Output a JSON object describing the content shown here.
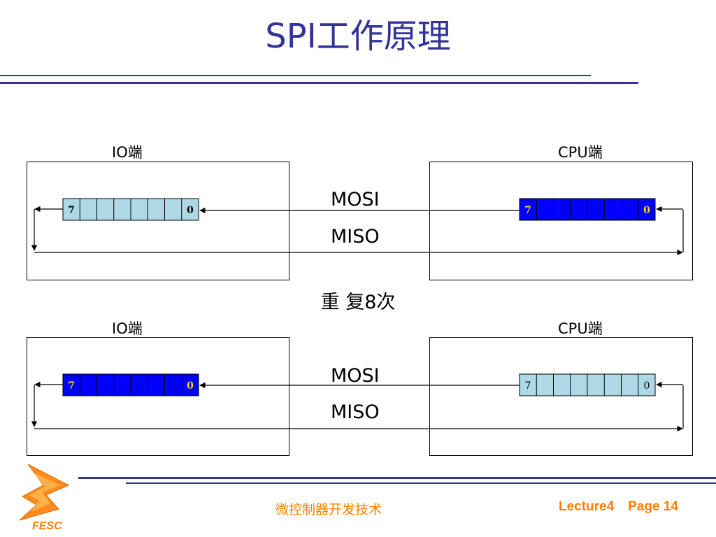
{
  "title": "SPI工作原理",
  "diagram_top": {
    "left_label": "IO端",
    "right_label": "CPU端",
    "mosi_label": "MOSI",
    "miso_label": "MISO",
    "left_register": {
      "first": "7",
      "last": "0",
      "fill": "#add8e6"
    },
    "right_register": {
      "first": "7",
      "last": "0",
      "fill": "#0000ff"
    }
  },
  "repeat_text": "重 复8次",
  "diagram_bottom": {
    "left_label": "IO端",
    "right_label": "CPU端",
    "mosi_label": "MOSI",
    "miso_label": "MISO",
    "left_register": {
      "first": "7",
      "last": "0",
      "fill": "#0000ff"
    },
    "right_register": {
      "first": "7",
      "last": "0",
      "fill": "#add8e6"
    }
  },
  "footer": {
    "course": "微控制器开发技术",
    "lecture": "Lecture4",
    "page": "Page 14"
  },
  "logo": {
    "text": "FESC"
  },
  "colors": {
    "accent": "#33339a",
    "footer": "#ff8000"
  }
}
